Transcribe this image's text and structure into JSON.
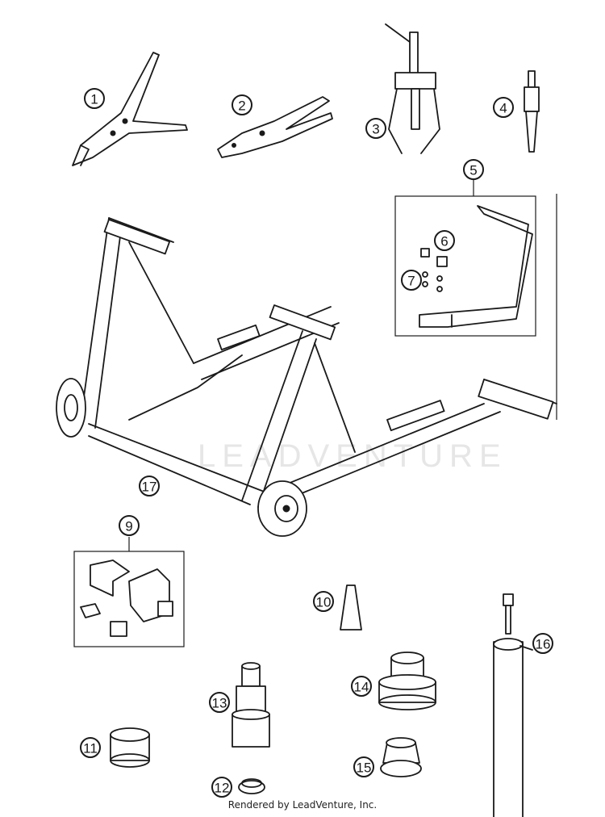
{
  "callouts": [
    {
      "id": "1",
      "label": "1"
    },
    {
      "id": "2",
      "label": "2"
    },
    {
      "id": "3",
      "label": "3"
    },
    {
      "id": "4",
      "label": "4"
    },
    {
      "id": "5",
      "label": "5"
    },
    {
      "id": "6",
      "label": "6"
    },
    {
      "id": "7",
      "label": "7"
    },
    {
      "id": "9",
      "label": "9"
    },
    {
      "id": "10",
      "label": "10"
    },
    {
      "id": "11",
      "label": "11"
    },
    {
      "id": "12",
      "label": "12"
    },
    {
      "id": "13",
      "label": "13"
    },
    {
      "id": "14",
      "label": "14"
    },
    {
      "id": "15",
      "label": "15"
    },
    {
      "id": "16",
      "label": "16"
    },
    {
      "id": "17",
      "label": "17"
    }
  ],
  "watermark": "LEADVENTURE",
  "credit": "Rendered by LeadVenture, Inc.",
  "colors": {
    "ink": "#1a1a1a",
    "background": "#ffffff",
    "watermark": "#e6e6e6"
  }
}
